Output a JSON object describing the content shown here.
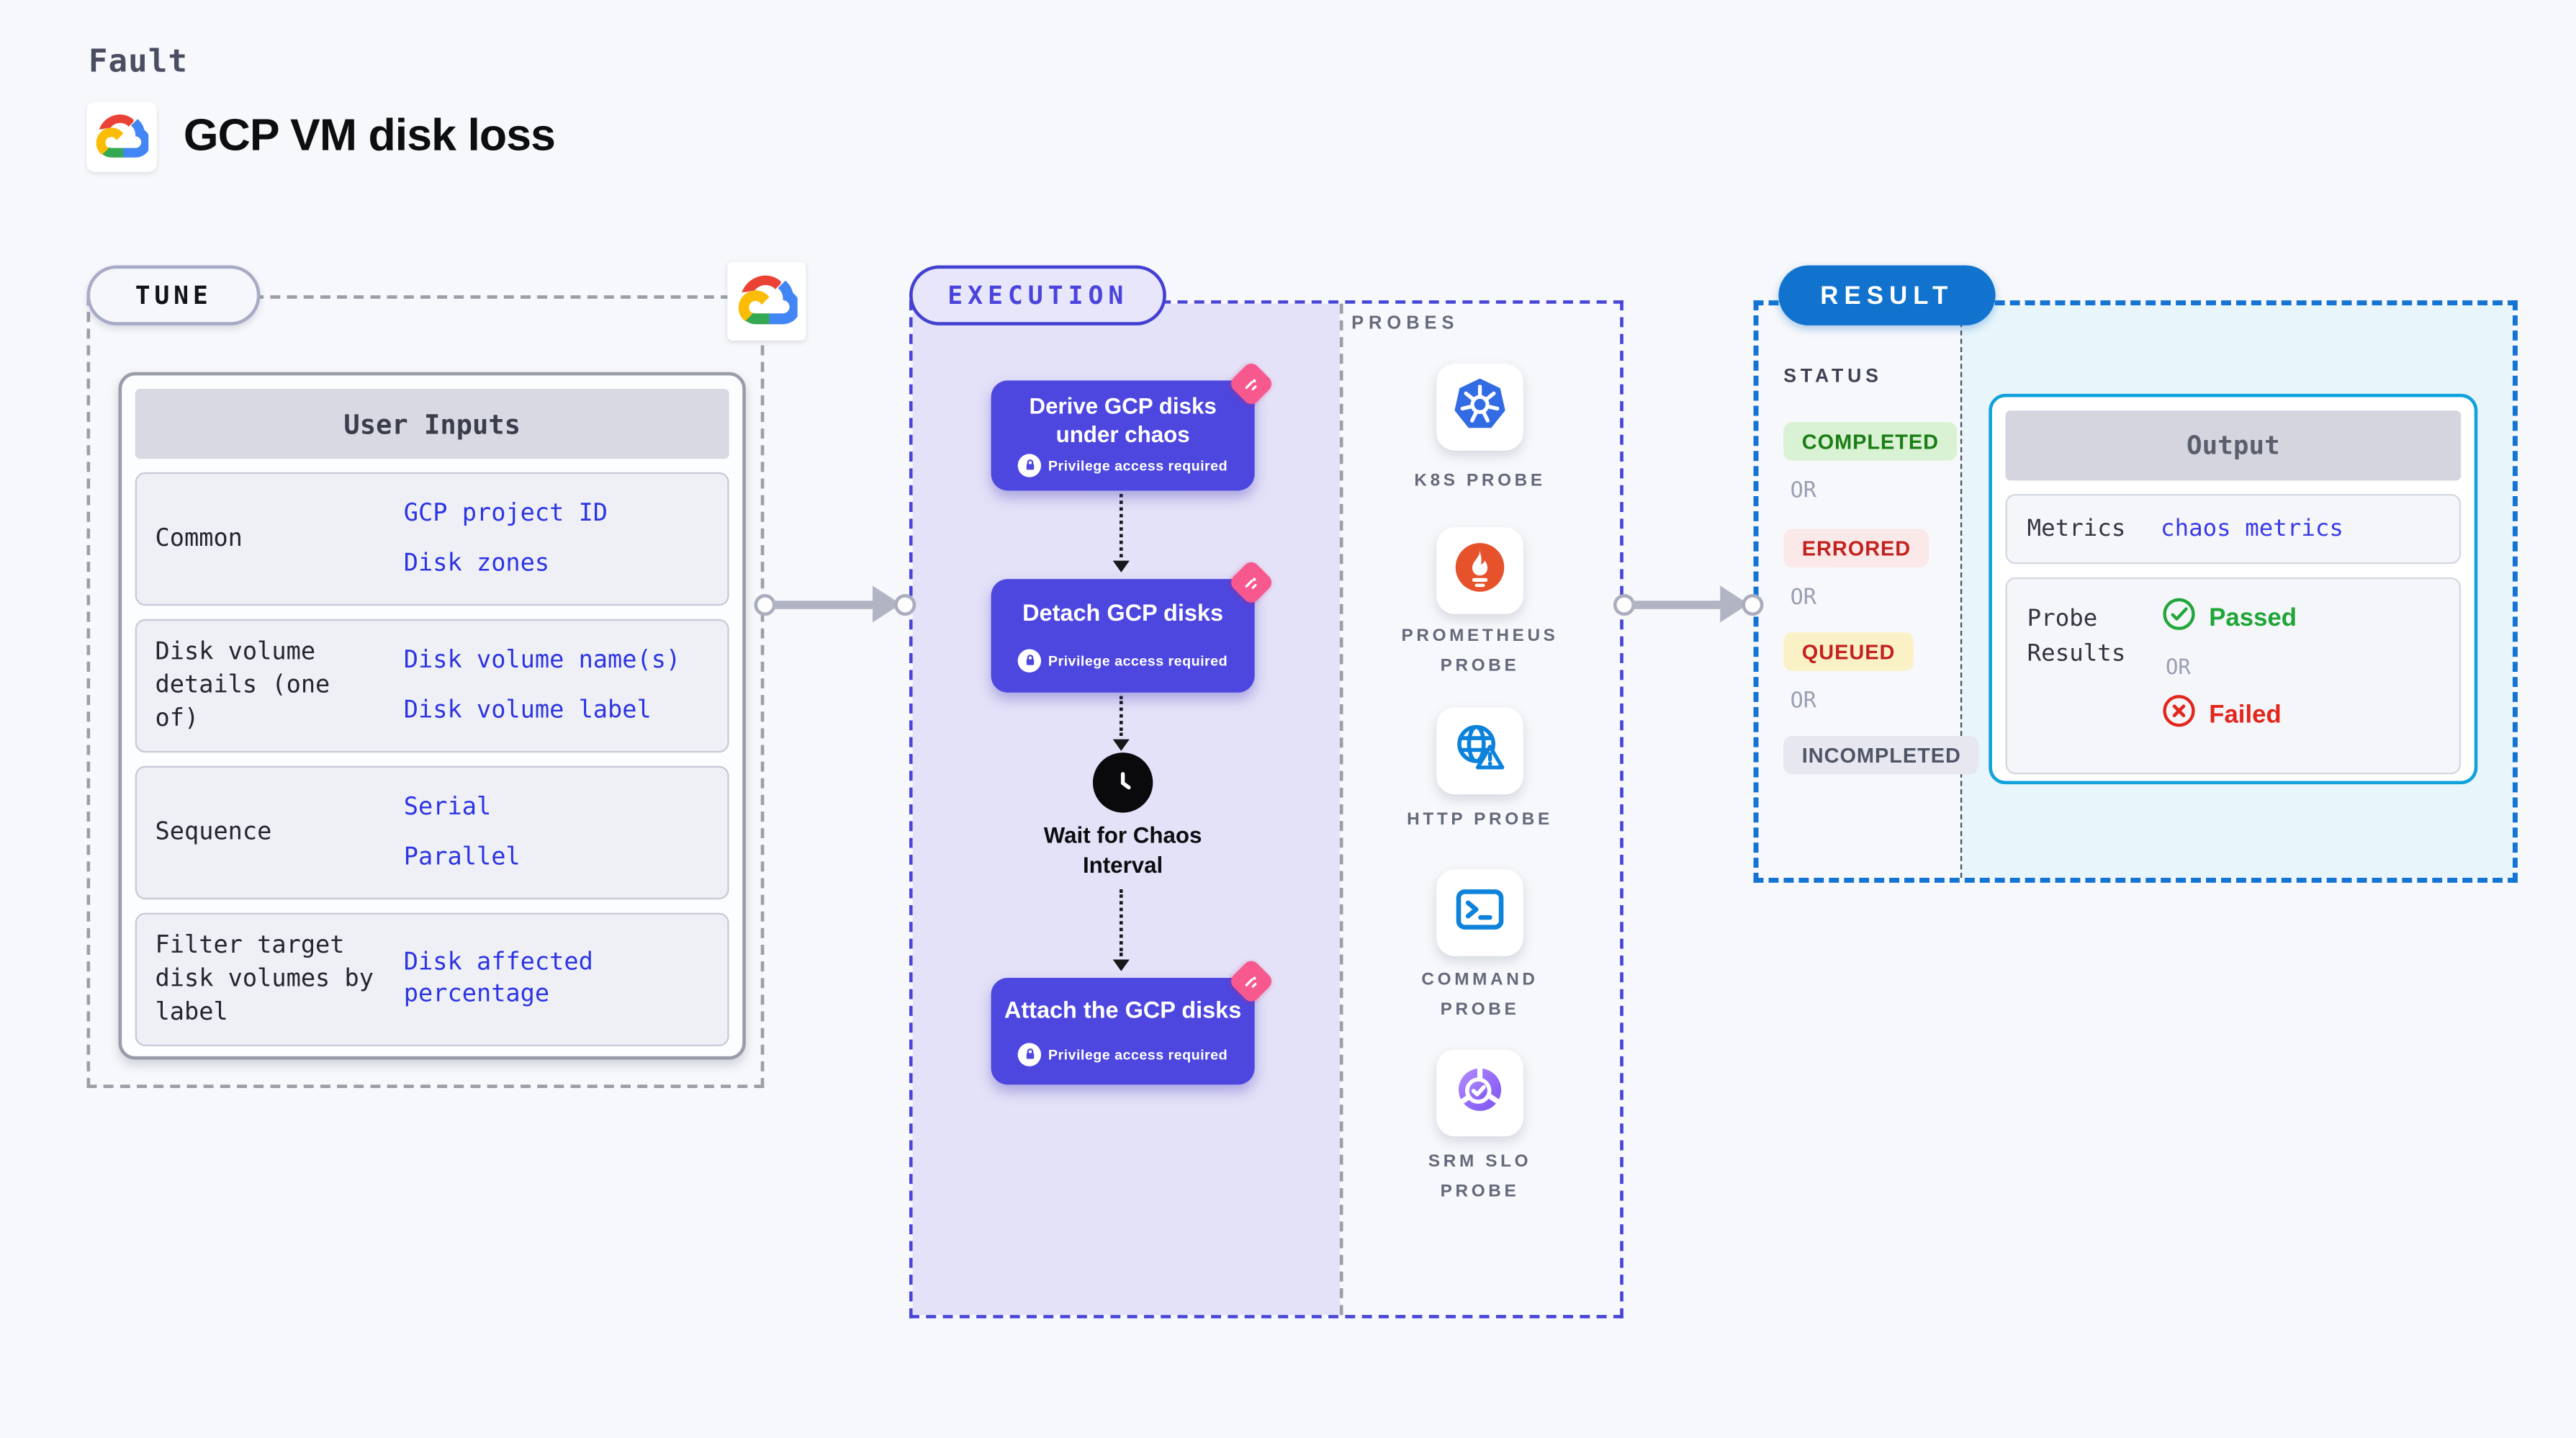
{
  "header": {
    "kicker": "Fault",
    "title": "GCP VM disk loss"
  },
  "tune": {
    "label": "TUNE",
    "table_title": "User Inputs",
    "rows": [
      {
        "label": "Common",
        "links": [
          "GCP project ID",
          "Disk zones"
        ]
      },
      {
        "label": "Disk volume details (one of)",
        "links": [
          "Disk volume name(s)",
          "Disk volume label"
        ]
      },
      {
        "label": "Sequence",
        "links": [
          "Serial",
          "Parallel"
        ]
      },
      {
        "label": "Filter target disk volumes by label",
        "links": [
          "Disk affected percentage"
        ]
      }
    ]
  },
  "execution": {
    "label": "EXECUTION",
    "privilege_note": "Privilege access required",
    "steps": [
      {
        "title_line1": "Derive GCP disks",
        "title_line2": "under chaos"
      },
      {
        "title_line1": "Detach GCP disks",
        "title_line2": ""
      },
      {
        "title_line1": "Attach the GCP disks",
        "title_line2": ""
      }
    ],
    "wait_line1": "Wait for Chaos",
    "wait_line2": "Interval"
  },
  "probes": {
    "label": "PROBES",
    "items": [
      {
        "icon": "kubernetes-icon",
        "line1": "K8S PROBE",
        "line2": ""
      },
      {
        "icon": "prometheus-icon",
        "line1": "PROMETHEUS",
        "line2": "PROBE"
      },
      {
        "icon": "globe-warning-icon",
        "line1": "HTTP PROBE",
        "line2": ""
      },
      {
        "icon": "terminal-icon",
        "line1": "COMMAND",
        "line2": "PROBE"
      },
      {
        "icon": "donut-check-icon",
        "line1": "SRM SLO",
        "line2": "PROBE"
      }
    ]
  },
  "result": {
    "label": "RESULT",
    "status_title": "STATUS",
    "or_label": "OR",
    "statuses": [
      {
        "text": "COMPLETED",
        "color": "green"
      },
      {
        "text": "ERRORED",
        "color": "red"
      },
      {
        "text": "QUEUED",
        "color": "yellow"
      },
      {
        "text": "INCOMPLETED",
        "color": "gray"
      }
    ],
    "output": {
      "title": "Output",
      "metrics_label": "Metrics",
      "metrics_link": "chaos metrics",
      "probe_results_label": "Probe Results",
      "passed_label": "Passed",
      "failed_label": "Failed"
    }
  },
  "colors": {
    "page_bg": "#F7F8FB",
    "accent_indigo": "#4D47E0",
    "execution_lavender": "#E4E2F8",
    "link_blue": "#2D34E2",
    "result_blue": "#1273CF",
    "output_cyan_border": "#11A2DB",
    "output_cyan_bg": "#E8F5FB",
    "passed_green": "#1FA636",
    "failed_red": "#E3261B",
    "badge_green_bg": "#D9F2D3",
    "badge_green_text": "#1B7E15",
    "badge_red_bg": "#FBE9E9",
    "badge_yellow_bg": "#FAF1C7",
    "badge_red_text": "#C32320",
    "badge_gray_bg": "#E7E7EF",
    "badge_gray_text": "#4F5568",
    "fork_pink": "#F7598F"
  }
}
